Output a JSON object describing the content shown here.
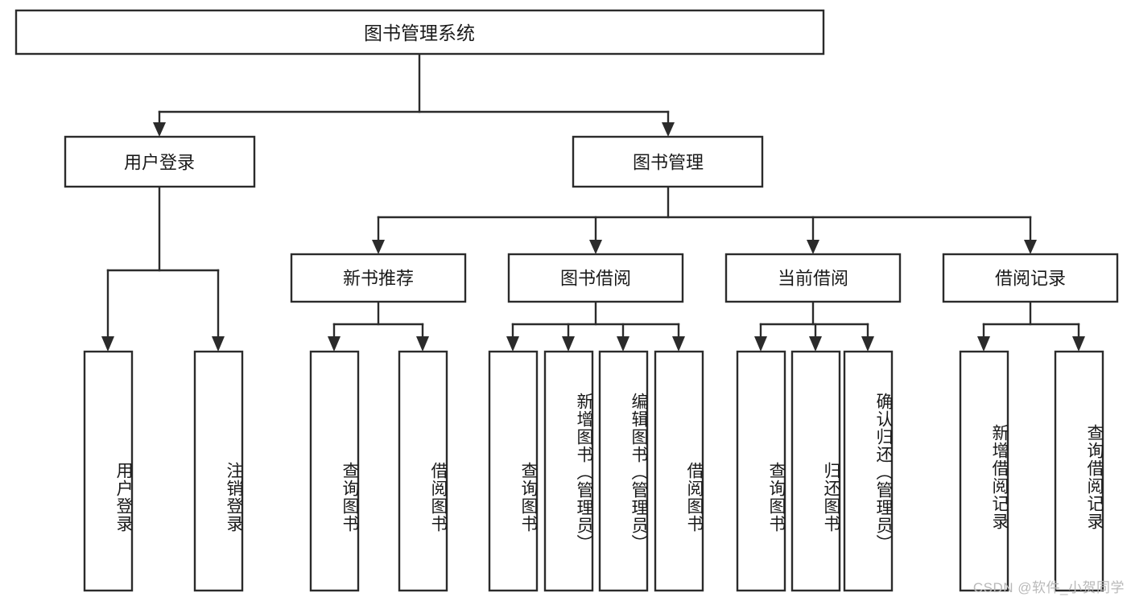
{
  "diagram": {
    "title": "图书管理系统",
    "type": "tree",
    "orientation": "top-down",
    "background_color": "#ffffff",
    "line_color": "#2b2b2b",
    "text_color": "#1a1a1a",
    "root": {
      "label": "图书管理系统"
    },
    "level2": [
      {
        "label": "用户登录"
      },
      {
        "label": "图书管理"
      }
    ],
    "level3": [
      {
        "label": "新书推荐"
      },
      {
        "label": "图书借阅"
      },
      {
        "label": "当前借阅"
      },
      {
        "label": "借阅记录"
      }
    ],
    "leaves": {
      "user_login": [
        {
          "label": "用户登录"
        },
        {
          "label": "注销登录"
        }
      ],
      "new_book_recommend": [
        {
          "label": "查询图书"
        },
        {
          "label": "借阅图书"
        }
      ],
      "book_borrow": [
        {
          "label": "查询图书"
        },
        {
          "label": "新增图书（管理员）"
        },
        {
          "label": "编辑图书（管理员）"
        },
        {
          "label": "借阅图书"
        }
      ],
      "current_borrow": [
        {
          "label": "查询图书"
        },
        {
          "label": "归还图书"
        },
        {
          "label": "确认归还（管理员）"
        }
      ],
      "borrow_record": [
        {
          "label": "新增借阅记录"
        },
        {
          "label": "查询借阅记录"
        }
      ]
    }
  },
  "watermark": {
    "text": "CSDN @软件_小贺同学"
  }
}
